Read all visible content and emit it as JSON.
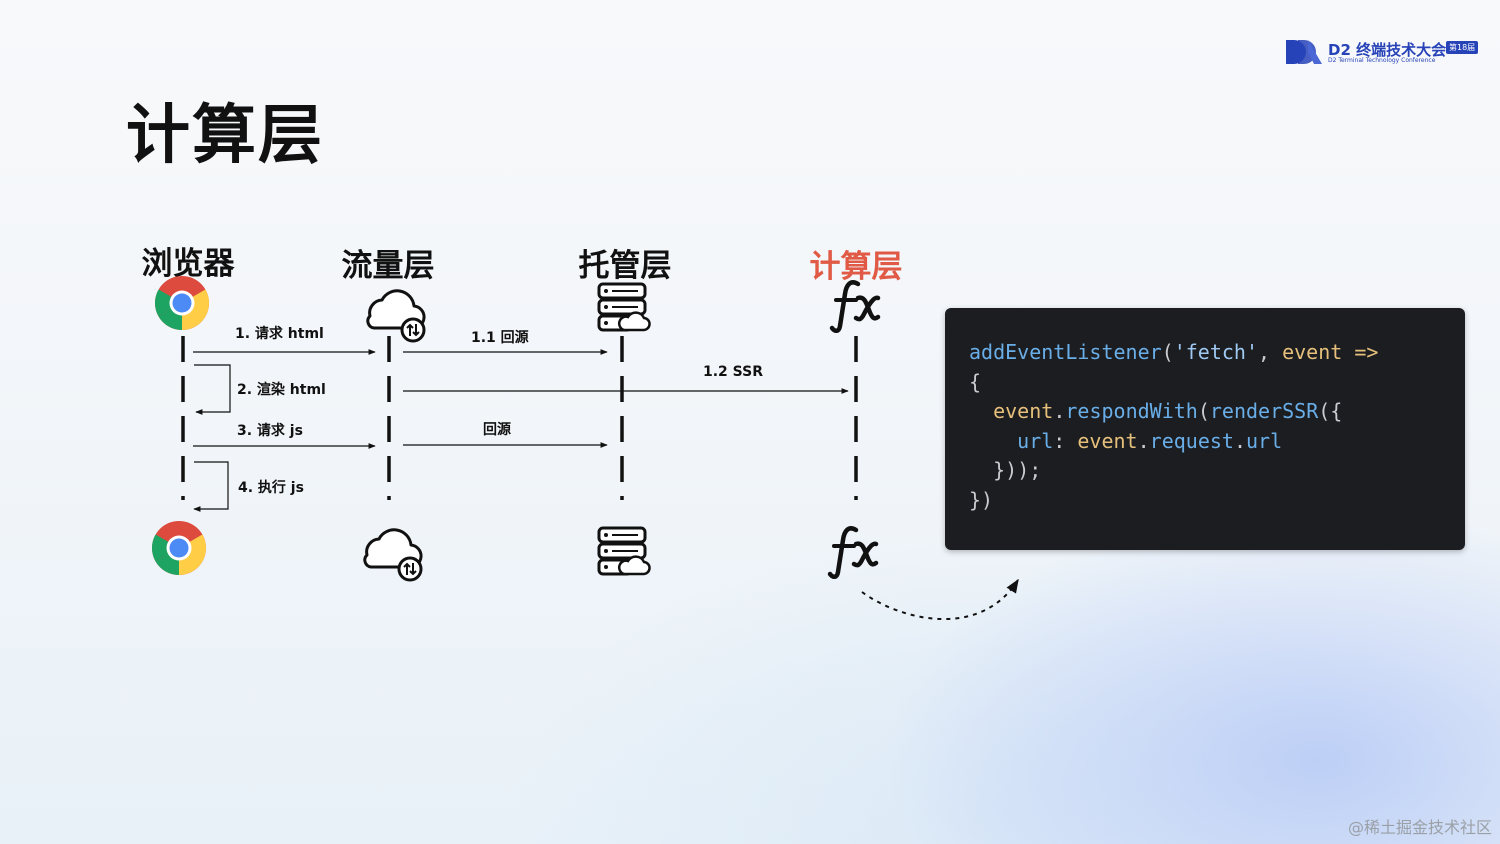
{
  "slide": {
    "title": "计算层"
  },
  "logo": {
    "name": "D2 终端技术大会",
    "badge": "第18届",
    "subtitle": "D2 Terminal Technology Conference"
  },
  "columns": [
    {
      "label": "浏览器",
      "icon": "chrome-icon"
    },
    {
      "label": "流量层",
      "icon": "cloud-transfer-icon"
    },
    {
      "label": "托管层",
      "icon": "server-cloud-icon"
    },
    {
      "label": "计算层",
      "icon": "function-fx-icon"
    }
  ],
  "messages": [
    {
      "label": "1. 请求 html",
      "from": "浏览器",
      "to": "流量层"
    },
    {
      "label": "1.1 回源",
      "from": "流量层",
      "to": "托管层"
    },
    {
      "label": "1.2 SSR",
      "from": "流量层",
      "to": "计算层"
    },
    {
      "label": "2. 渲染 html",
      "from": "浏览器",
      "to": "浏览器"
    },
    {
      "label": "3. 请求 js",
      "from": "浏览器",
      "to": "流量层"
    },
    {
      "label": "回源",
      "from": "流量层",
      "to": "托管层"
    },
    {
      "label": "4. 执行 js",
      "from": "浏览器",
      "to": "浏览器"
    }
  ],
  "code": {
    "text": "addEventListener('fetch', event =>\n{\n  event.respondWith(renderSSR({\n    url: event.request.url\n  }));\n})"
  },
  "colors": {
    "accent": "#e05a45",
    "code_bg": "#1b1d21",
    "brand": "#2743b8"
  },
  "watermark": "@稀土掘金技术社区"
}
